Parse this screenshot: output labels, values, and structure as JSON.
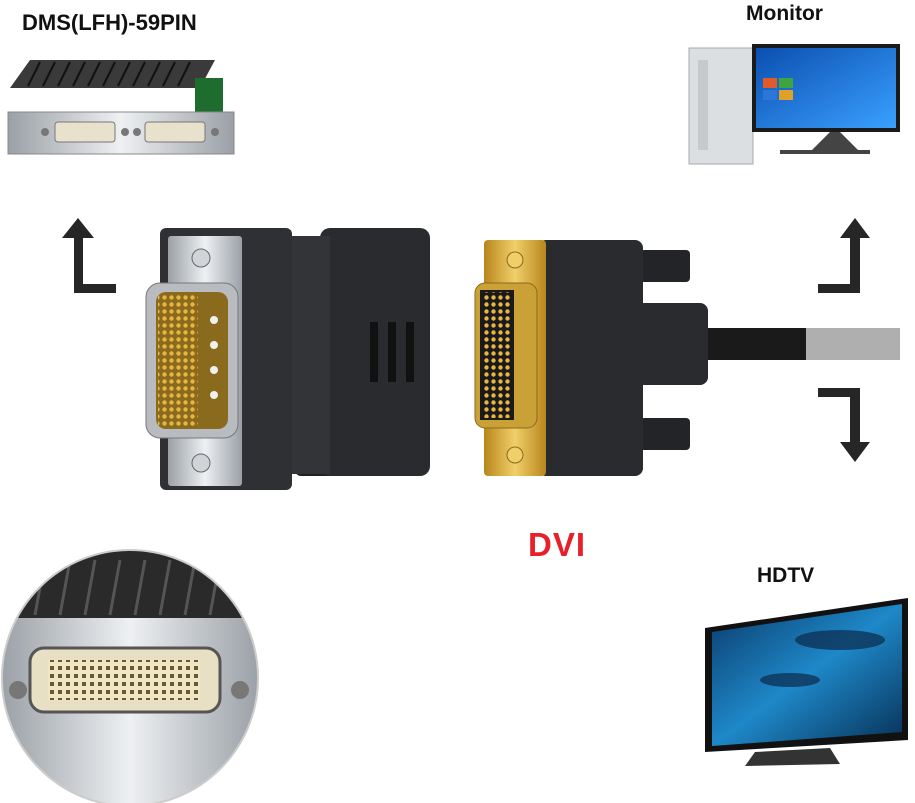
{
  "labels": {
    "source": "DMS(LFH)-59PIN",
    "monitor": "Monitor",
    "hdtv": "HDTV",
    "connector": "DVI"
  },
  "colors": {
    "accent_red": "#e8202a",
    "connector_black": "#2a2b2e",
    "gold": "#d9a62a",
    "steel": "#c8ccd0"
  },
  "icons": [
    "graphics-card-icon",
    "desktop-monitor-icon",
    "hdtv-icon",
    "arrow-up-icon",
    "arrow-down-icon"
  ]
}
